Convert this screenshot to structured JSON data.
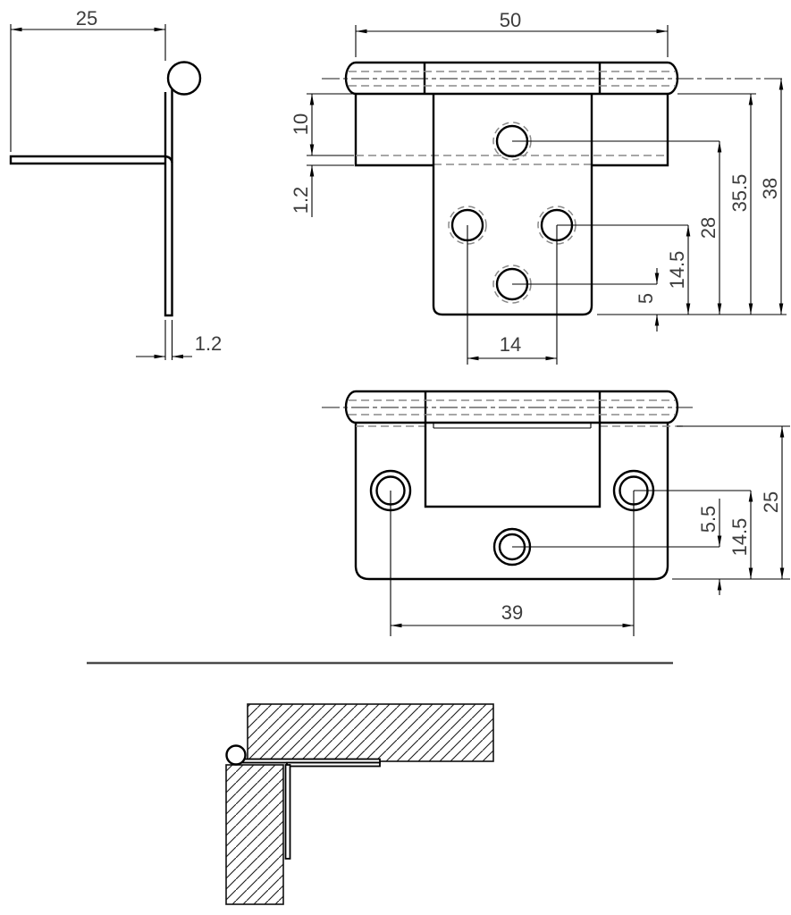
{
  "drawing": {
    "kind": "hinge technical drawing",
    "line_color": "#000000",
    "hidden_line_color": "#8a8a8a",
    "text_color": "#3c3c3c",
    "divider_color": "#4a4a4a"
  },
  "side_view": {
    "dims": {
      "leaf_width": "25",
      "leaf_thickness": "1.2"
    }
  },
  "front_view": {
    "dims": {
      "overall_width": "50",
      "knuckle_length": "10",
      "leaf_step": "1.2",
      "hole_pitch_x": "14",
      "bottom_hole_offset": "5",
      "mid_holes_offset": "14.5",
      "top_hole_offset": "28",
      "leaf_height": "35.5",
      "overall_height": "38"
    }
  },
  "back_view": {
    "dims": {
      "hole_pitch": "39",
      "bottom_hole_offset": "5.5",
      "side_holes_offset": "14.5",
      "plate_height": "25"
    }
  }
}
